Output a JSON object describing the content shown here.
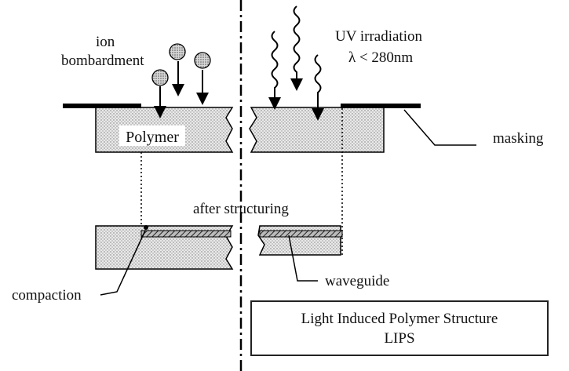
{
  "labels": {
    "ion_line1": "ion",
    "ion_line2": "bombardment",
    "uv_line1": "UV irradiation",
    "uv_line2": "λ < 280nm",
    "polymer": "Polymer",
    "masking": "masking",
    "after_structuring": "after structuring",
    "compaction": "compaction",
    "waveguide": "waveguide"
  },
  "box": {
    "line1": "Light Induced Polymer Structure",
    "line2": "LIPS"
  }
}
